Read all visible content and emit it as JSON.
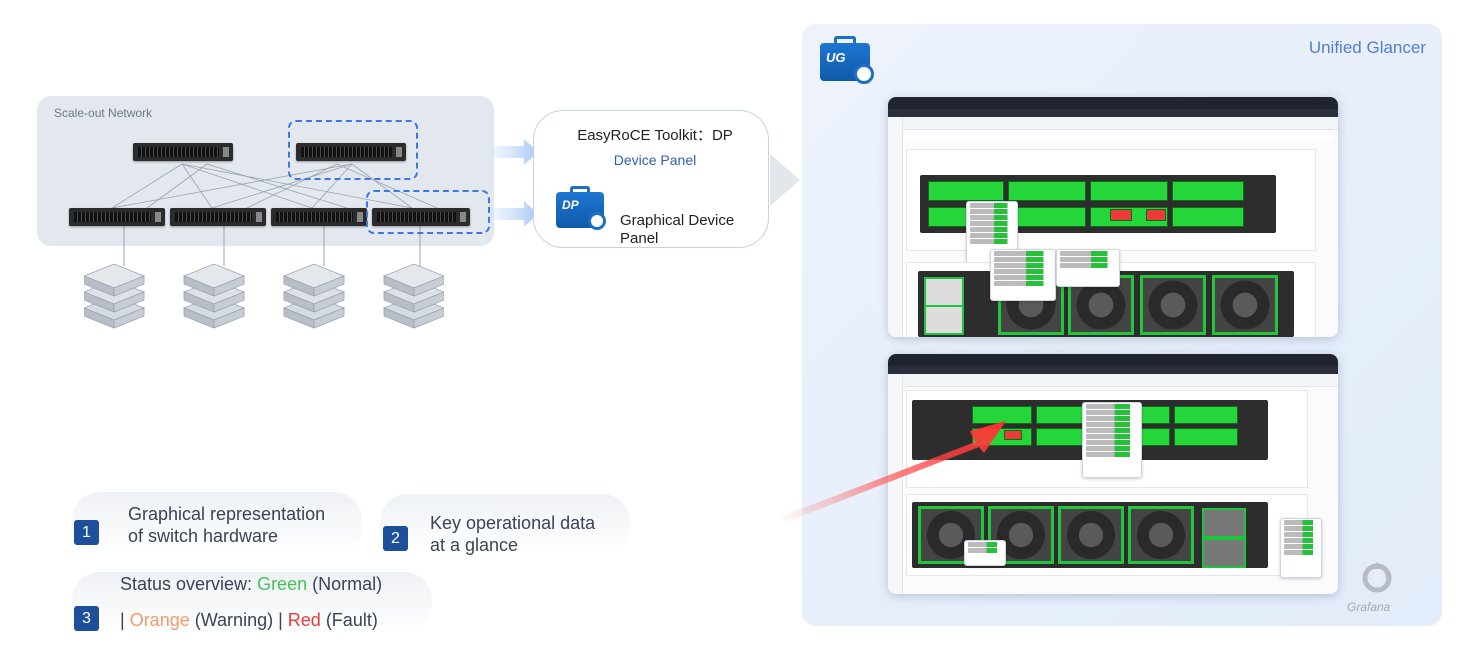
{
  "network": {
    "title": "Scale-out Network"
  },
  "toolkit": {
    "title": "EasyRoCE Toolkit：DP",
    "subtitle": "Device Panel",
    "icon_label": "DP",
    "feature": "Graphical Device Panel"
  },
  "glancer": {
    "title": "Unified Glancer",
    "icon_label": "UG",
    "grafana_label": "Grafana"
  },
  "legend": {
    "item1": {
      "number": "1",
      "line1": "Graphical representation",
      "line2": "of switch hardware"
    },
    "item2": {
      "number": "2",
      "line1": "Key operational data",
      "line2": "at a glance"
    },
    "item3": {
      "number": "3",
      "prefix": "Status overview: ",
      "green": "Green",
      "green_note": " (Normal)",
      "sep1": "| ",
      "orange": "Orange",
      "orange_note": " (Warning)",
      "sep2": " | ",
      "red": "Red",
      "red_note": " (Fault)"
    }
  },
  "colors": {
    "accent_blue": "#3a78e6",
    "status_green": "#46c157",
    "status_orange": "#f39a6a",
    "status_red": "#e83b3b",
    "number_badge": "#1d4f9a"
  }
}
